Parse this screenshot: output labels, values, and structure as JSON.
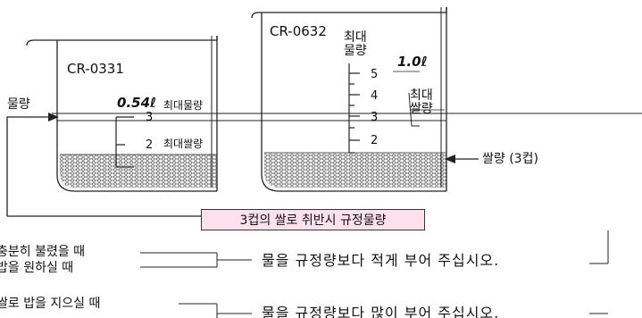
{
  "left_pot": {
    "model": "CR-0331",
    "capacity": "0.54ℓ",
    "max_water": "최대물량",
    "max_rice": "최대쌀량",
    "marks": [
      "3",
      "2"
    ]
  },
  "right_pot": {
    "model": "CR-0632",
    "max_water_line1": "최대",
    "max_water_line2": "물량",
    "capacity": "1.0ℓ",
    "max_rice_line1": "최대",
    "max_rice_line2": "쌀량",
    "marks": [
      "5",
      "4",
      "3",
      "2"
    ]
  },
  "water_level_label": "물량",
  "rice_amount_label": "쌀량 (3컵)",
  "standard_water_box": "3컵의 쌀로 취반시 규정물량",
  "notes": {
    "left_1": "충분히 불렸을 때",
    "left_2": "밥을 원하실 때",
    "right_1": "물을 규정량보다 적게 부어 주십시오.",
    "left_3": "쌀로 밥을 지으실 때",
    "right_2": "물을 규정량보다 많이 부어 주십시오."
  },
  "colors": {
    "ink": "#111111",
    "highlight": "#ffe1ee"
  }
}
